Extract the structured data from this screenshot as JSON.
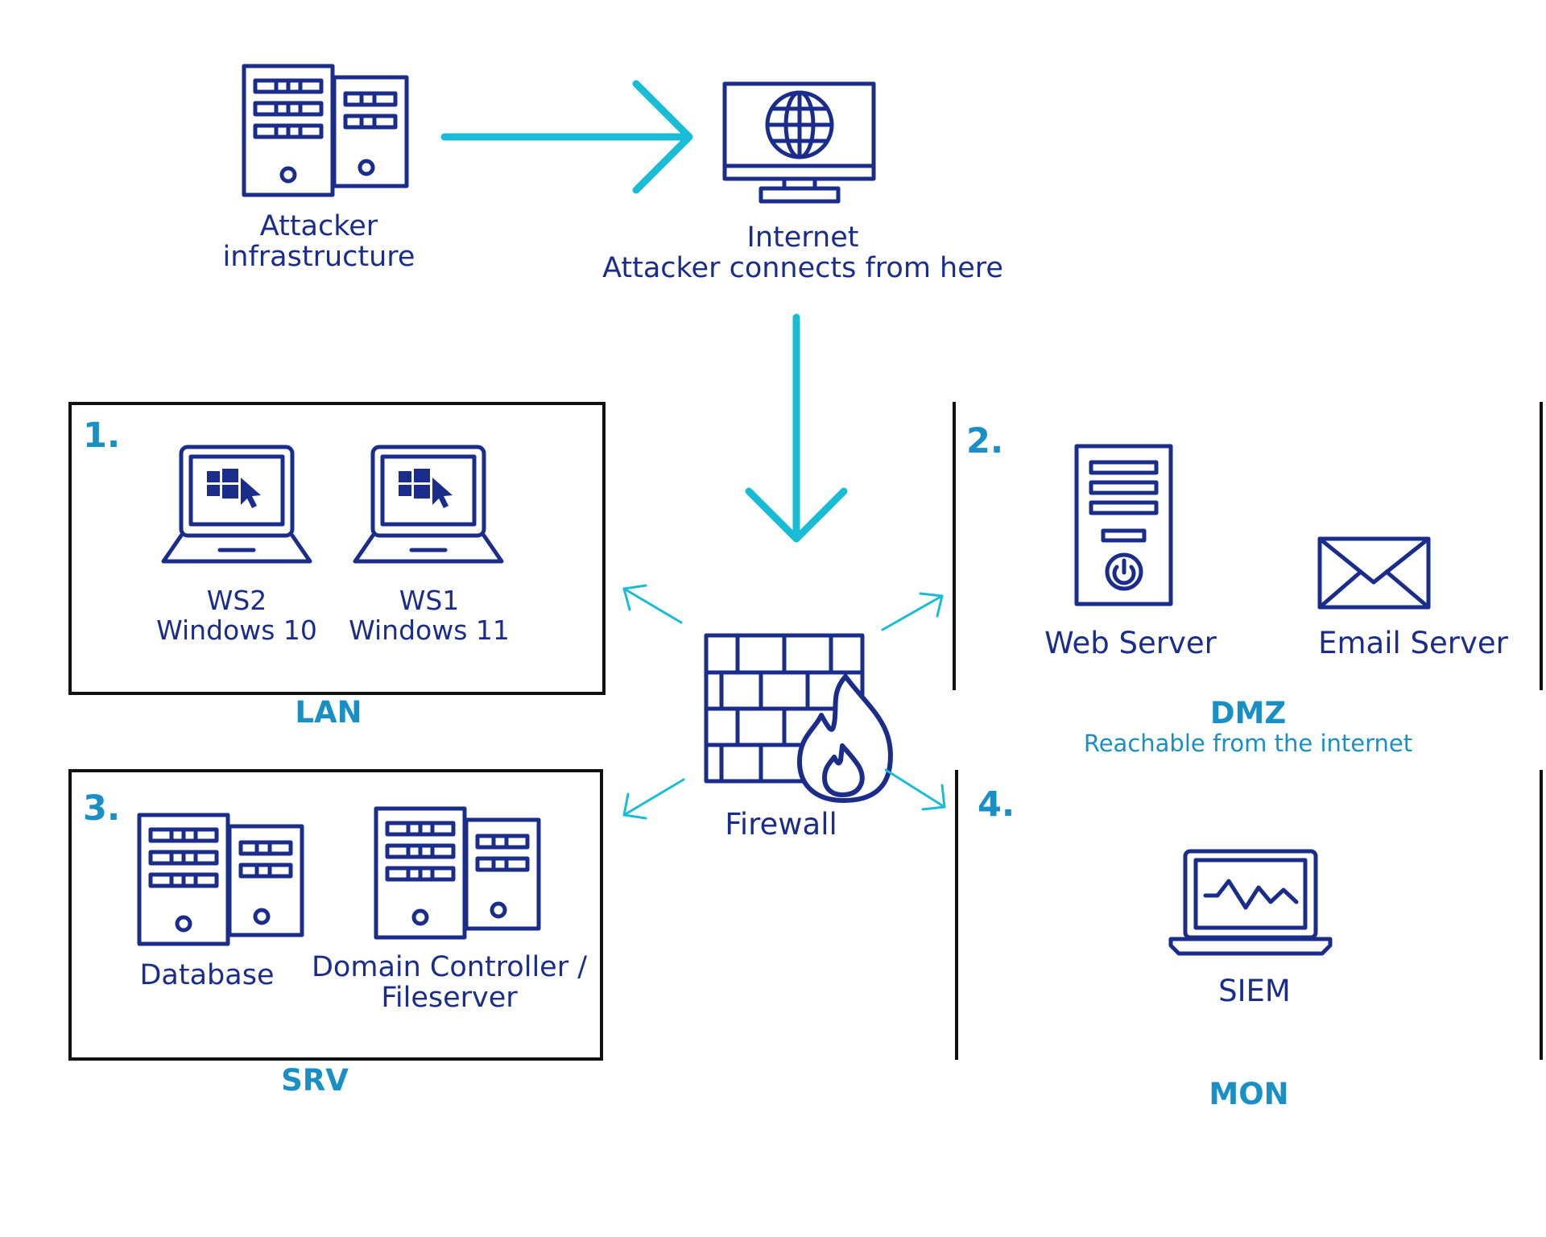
{
  "colors": {
    "icon_navy": "#1a2d8a",
    "zone_blue": "#1a8fc4",
    "arrow_cyan": "#19bcd6",
    "border_black": "#111111"
  },
  "nodes": {
    "attacker": {
      "line1": "Attacker",
      "line2": "infrastructure",
      "icon": "server-rack-icon"
    },
    "internet": {
      "line1": "Internet",
      "line2": "Attacker connects from here",
      "icon": "globe-monitor-icon"
    },
    "firewall": {
      "label": "Firewall",
      "icon": "firewall-icon"
    }
  },
  "zones": {
    "lan": {
      "number": "1.",
      "name": "LAN",
      "hosts": [
        {
          "name": "WS2",
          "os": "Windows 10",
          "icon": "windows-laptop-icon"
        },
        {
          "name": "WS1",
          "os": "Windows 11",
          "icon": "windows-laptop-icon"
        }
      ]
    },
    "dmz": {
      "number": "2.",
      "name": "DMZ",
      "subtitle": "Reachable from the internet",
      "hosts": [
        {
          "name": "Web Server",
          "icon": "tower-server-icon"
        },
        {
          "name": "Email Server",
          "icon": "envelope-icon"
        }
      ]
    },
    "srv": {
      "number": "3.",
      "name": "SRV",
      "hosts": [
        {
          "name": "Database",
          "icon": "server-rack-icon"
        },
        {
          "name_line1": "Domain Controller /",
          "name_line2": "Fileserver",
          "icon": "server-rack-icon"
        }
      ]
    },
    "mon": {
      "number": "4.",
      "name": "MON",
      "hosts": [
        {
          "name": "SIEM",
          "icon": "monitoring-laptop-icon"
        }
      ]
    }
  }
}
